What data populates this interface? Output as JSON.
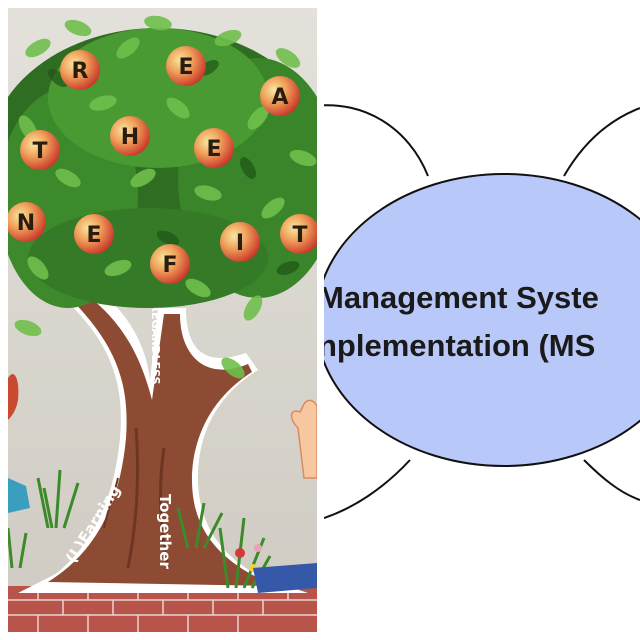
{
  "photo": {
    "apple_letters": [
      "R",
      "E",
      "A",
      "T",
      "H",
      "E",
      "N",
      "E",
      "F",
      "I",
      "T"
    ],
    "trunk_words": {
      "vertical": "REGARDLESS",
      "left_branch": "(L)Earning",
      "right_branch": "Together"
    }
  },
  "diagram": {
    "ellipse_fill": "#b8c8f8",
    "line_1": "Management Syste",
    "line_2": "nplementation (MS"
  }
}
